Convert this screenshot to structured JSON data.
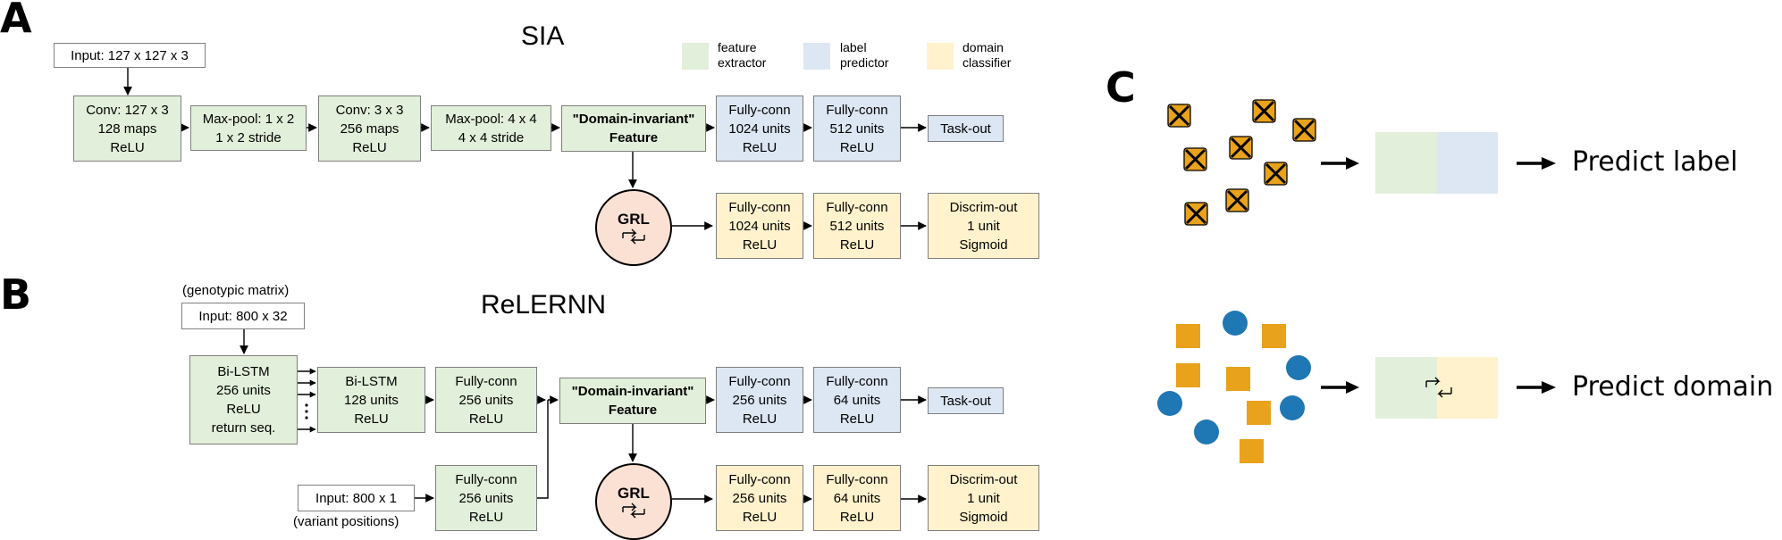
{
  "panels": {
    "a": "A",
    "b": "B",
    "c": "C"
  },
  "sia": {
    "title": "SIA",
    "input": "Input: 127 x 127 x 3",
    "conv1": [
      "Conv: 127 x 3",
      "128 maps",
      "ReLU"
    ],
    "pool1": [
      "Max-pool: 1 x 2",
      "1 x 2 stride"
    ],
    "conv2": [
      "Conv: 3 x 3",
      "256 maps",
      "ReLU"
    ],
    "pool2": [
      "Max-pool: 4 x 4",
      "4 x 4 stride"
    ],
    "feature": [
      "\"Domain-invariant\"",
      "Feature"
    ],
    "fc1": [
      "Fully-conn",
      "1024 units",
      "ReLU"
    ],
    "fc2": [
      "Fully-conn",
      "512 units",
      "ReLU"
    ],
    "task_out": "Task-out",
    "grl": "GRL",
    "dfc1": [
      "Fully-conn",
      "1024 units",
      "ReLU"
    ],
    "dfc2": [
      "Fully-conn",
      "512 units",
      "ReLU"
    ],
    "discrim": [
      "Discrim-out",
      "1 unit",
      "Sigmoid"
    ]
  },
  "legend": [
    {
      "line1": "feature",
      "line2": "extractor",
      "color": "#e2efda"
    },
    {
      "line1": "label",
      "line2": "predictor",
      "color": "#dde7f3"
    },
    {
      "line1": "domain",
      "line2": "classifier",
      "color": "#fff2cc"
    }
  ],
  "relernn": {
    "title": "ReLERNN",
    "genotypic_note": "(genotypic matrix)",
    "input1": "Input: 800 x 32",
    "bilstm1": [
      "Bi-LSTM",
      "256 units",
      "ReLU",
      "return seq."
    ],
    "bilstm2": [
      "Bi-LSTM",
      "128 units",
      "ReLU"
    ],
    "fc_a": [
      "Fully-conn",
      "256 units",
      "ReLU"
    ],
    "input2": "Input: 800 x 1",
    "variant_note": "(variant positions)",
    "fc_b": [
      "Fully-conn",
      "256 units",
      "ReLU"
    ],
    "feature": [
      "\"Domain-invariant\"",
      "Feature"
    ],
    "fc1": [
      "Fully-conn",
      "256 units",
      "ReLU"
    ],
    "fc2": [
      "Fully-conn",
      "64 units",
      "ReLU"
    ],
    "task_out": "Task-out",
    "grl": "GRL",
    "dfc1": [
      "Fully-conn",
      "256 units",
      "ReLU"
    ],
    "dfc2": [
      "Fully-conn",
      "64 units",
      "ReLU"
    ],
    "discrim": [
      "Discrim-out",
      "1 unit",
      "Sigmoid"
    ]
  },
  "panel_c": {
    "predict_label": "Predict label",
    "predict_domain": "Predict domain"
  },
  "colors": {
    "orange": "#e8a21b",
    "blue_dot": "#1f77b4",
    "grl_fill": "#fbe1d3"
  }
}
